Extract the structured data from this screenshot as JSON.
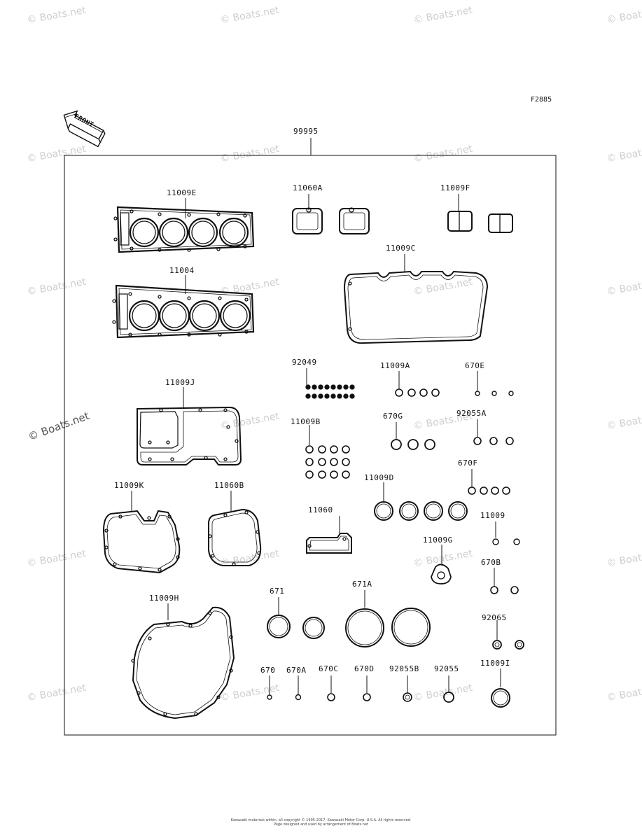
{
  "diagram": {
    "code": "F2885",
    "kit_label": "99995",
    "front_label": "FRONT",
    "labels": {
      "p11009E": "11009E",
      "p11004": "11004",
      "p11060A": "11060A",
      "p11009F": "11009F",
      "p11009C": "11009C",
      "p92049": "92049",
      "p11009A": "11009A",
      "p670E": "670E",
      "p11009J": "11009J",
      "p11009B": "11009B",
      "p670G": "670G",
      "p92055A": "92055A",
      "p670F": "670F",
      "p11009D": "11009D",
      "p11009K": "11009K",
      "p11060B": "11060B",
      "p11060": "11060",
      "p11009": "11009",
      "p11009G": "11009G",
      "p670B": "670B",
      "p671": "671",
      "p671A": "671A",
      "p11009H": "11009H",
      "p92065": "92065",
      "p670": "670",
      "p670A": "670A",
      "p670C": "670C",
      "p670D": "670D",
      "p92055B": "92055B",
      "p92055": "92055",
      "p11009I": "11009I"
    },
    "watermark": "© Boats.net",
    "footer_line1": "Kawasaki materials within, all copyright © 1995-2017, Kawasaki Motor Corp. U.S.A. All rights reserved.",
    "footer_line2": "Page designed and used by arrangement of Boats.net"
  }
}
